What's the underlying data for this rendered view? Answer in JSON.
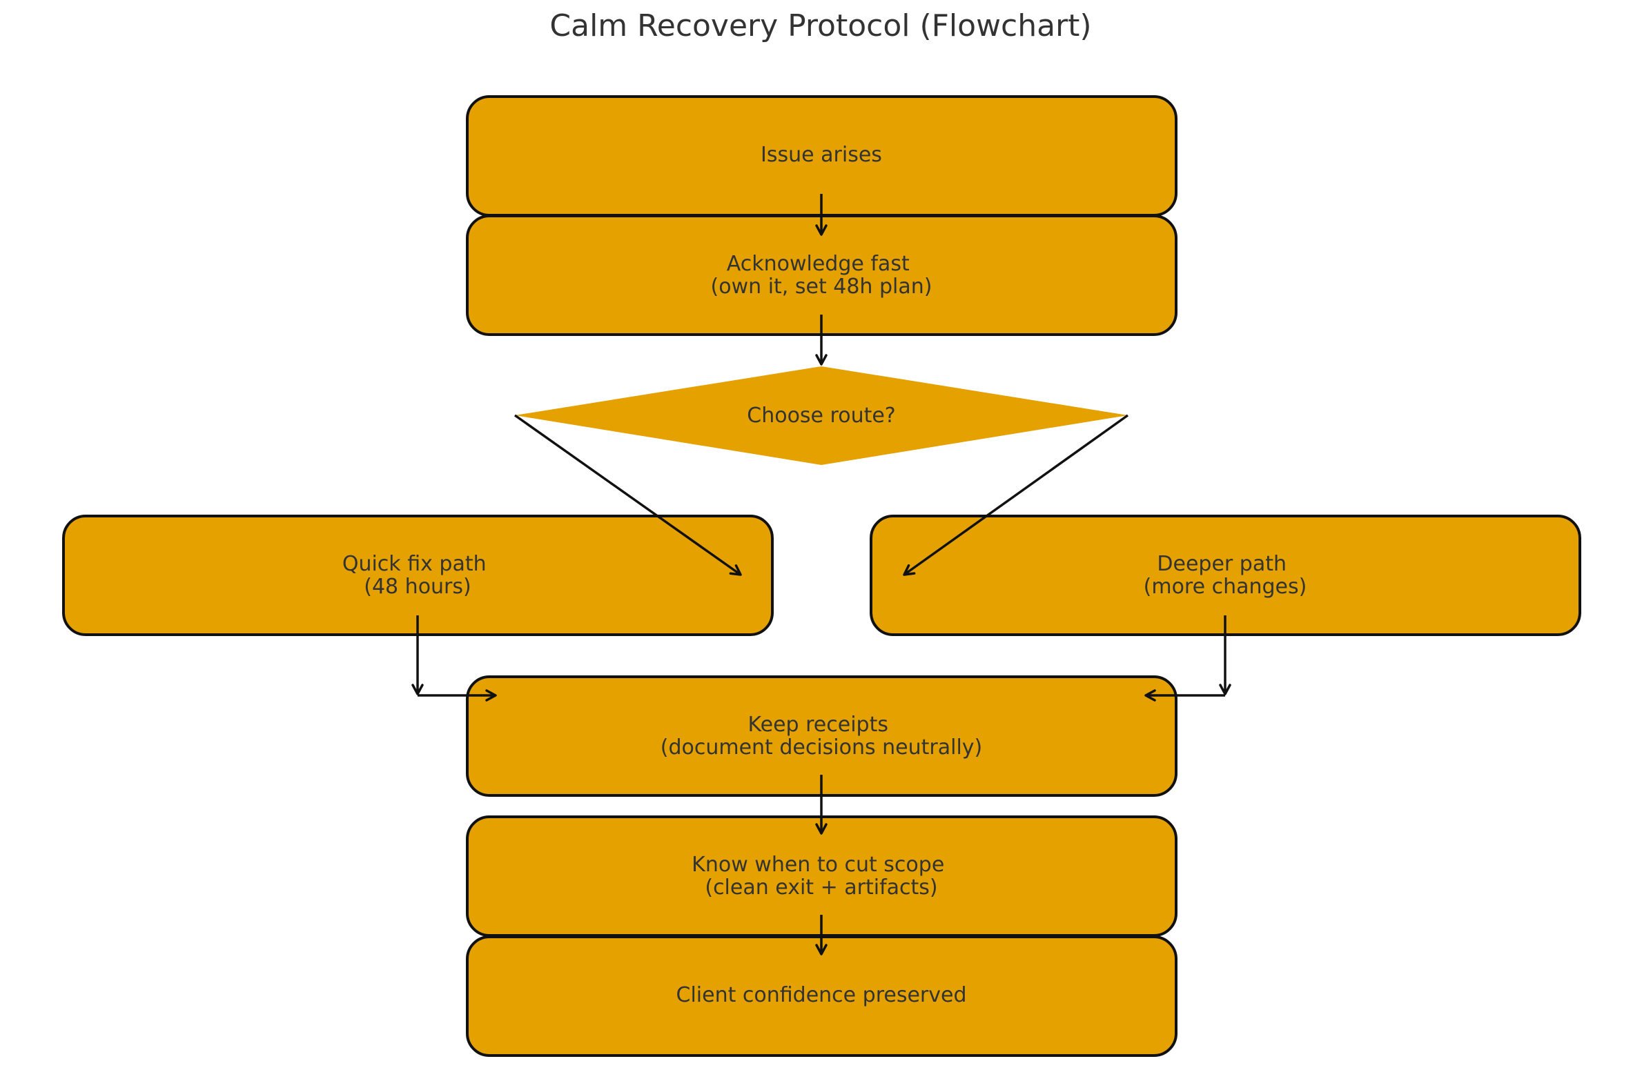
{
  "title": "Calm Recovery Protocol (Flowchart)",
  "colors": {
    "node_fill": "#E5A100",
    "outline": "#111111",
    "text": "#333333",
    "background": "#FFFFFF"
  },
  "nodes": {
    "issue": {
      "lines": [
        "Issue arises"
      ]
    },
    "acknowledge": {
      "lines": [
        "Acknowledge fast",
        "(own it, set 48h plan)"
      ]
    },
    "choose": {
      "lines": [
        "Choose route?"
      ]
    },
    "quick": {
      "lines": [
        "Quick fix path",
        "(48 hours)"
      ]
    },
    "deeper": {
      "lines": [
        "Deeper path",
        "(more changes)"
      ]
    },
    "receipts": {
      "lines": [
        "Keep receipts",
        "(document decisions neutrally)"
      ]
    },
    "cutscope": {
      "lines": [
        "Know when to cut scope",
        "(clean exit + artifacts)"
      ]
    },
    "confidence": {
      "lines": [
        "Client confidence preserved"
      ]
    }
  }
}
